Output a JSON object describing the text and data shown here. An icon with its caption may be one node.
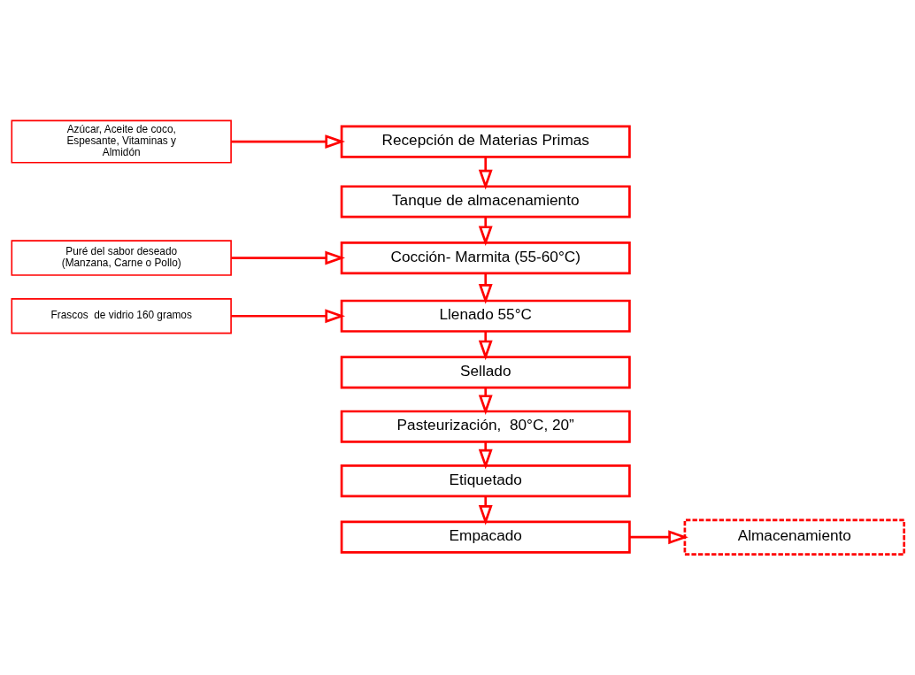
{
  "diagram": {
    "nodes": [
      {
        "text": [
          "Recepción de Materias Primas"
        ]
      },
      {
        "text": [
          "Tanque de almacenamiento"
        ]
      },
      {
        "text": [
          "Cocción- Marmita (55-60°C)"
        ]
      },
      {
        "text": [
          "Llenado 55°C"
        ]
      },
      {
        "text": [
          "Sellado"
        ]
      },
      {
        "text": [
          "Pasteurización,  80°C, 20”"
        ]
      },
      {
        "text": [
          "Etiquetado"
        ]
      },
      {
        "text": [
          "Empacado"
        ]
      },
      {
        "text": [
          "Almacenamiento"
        ]
      },
      {
        "text": [
          "Azúcar, Aceite de coco, Espesante, Vitaminas y Almidón"
        ]
      },
      {
        "text": [
          "Puré del sabor deseado (Manzana, Carne o Pollo)"
        ]
      },
      {
        "text": [
          "Frascos  de vidrio 160 gramos"
        ]
      }
    ],
    "edges": [
      {
        "from": 9,
        "to": 0,
        "arrow": "to"
      },
      {
        "from": 0,
        "to": 1,
        "arrow": "to"
      },
      {
        "from": 1,
        "to": 2,
        "arrow": "to"
      },
      {
        "from": 10,
        "to": 2,
        "arrow": "to"
      },
      {
        "from": 2,
        "to": 3,
        "arrow": "to"
      },
      {
        "from": 11,
        "to": 3,
        "arrow": "to"
      },
      {
        "from": 3,
        "to": 4,
        "arrow": "to"
      },
      {
        "from": 4,
        "to": 5,
        "arrow": "to"
      },
      {
        "from": 5,
        "to": 6,
        "arrow": "to"
      },
      {
        "from": 6,
        "to": 7,
        "arrow": "to"
      },
      {
        "from": 7,
        "to": 8,
        "arrow": "to"
      }
    ]
  }
}
